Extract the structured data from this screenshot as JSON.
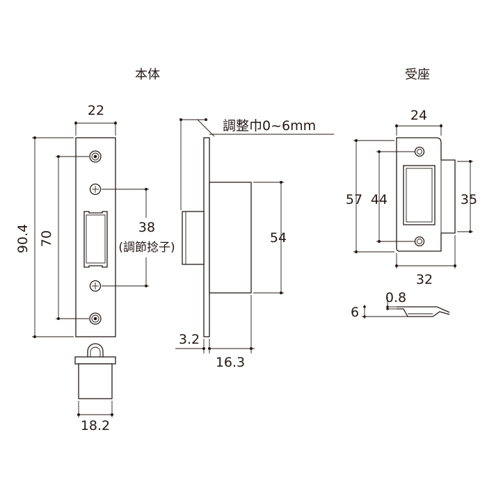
{
  "titles": {
    "body": "本体",
    "strike": "受座"
  },
  "labels": {
    "adjust_width": "調整巾0~6mm",
    "adjust_screw_value": "38",
    "adjust_screw_note": "(調節捻子)"
  },
  "dimensions": {
    "faceplate_width": "22",
    "faceplate_height": "90.4",
    "screw_pitch": "70",
    "case_height": "54",
    "faceplate_thickness": "3.2",
    "case_depth": "16.3",
    "latch_width": "18.2",
    "strike_width_top": "24",
    "strike_height": "57",
    "strike_screw_pitch": "44",
    "strike_box_height": "35",
    "strike_width_bottom": "32",
    "strike_thickness": "0.8",
    "strike_lip_height": "6"
  },
  "colors": {
    "line": "#231815",
    "background": "#ffffff"
  }
}
